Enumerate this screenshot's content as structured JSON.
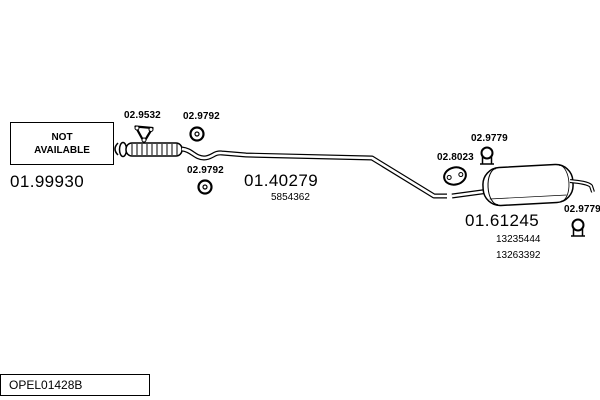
{
  "colors": {
    "ink": "#000000",
    "background": "#ffffff"
  },
  "na_box": {
    "line1": "NOT",
    "line2": "AVAILABLE"
  },
  "front_part": {
    "number": "01.99930"
  },
  "fittings": {
    "triangle_gasket": "02.9532",
    "ring_gasket_top": "02.9792",
    "ring_gasket_mid": "02.9792",
    "oval_gasket": "02.8023",
    "clamp_mid": "02.9779",
    "clamp_tail": "02.9779"
  },
  "centre_pipe": {
    "number": "01.40279",
    "oem": "5854362"
  },
  "rear_silencer": {
    "number": "01.61245",
    "oem_1": "13235444",
    "oem_2": "13263392"
  },
  "footer": {
    "code": "OPEL01428B"
  }
}
